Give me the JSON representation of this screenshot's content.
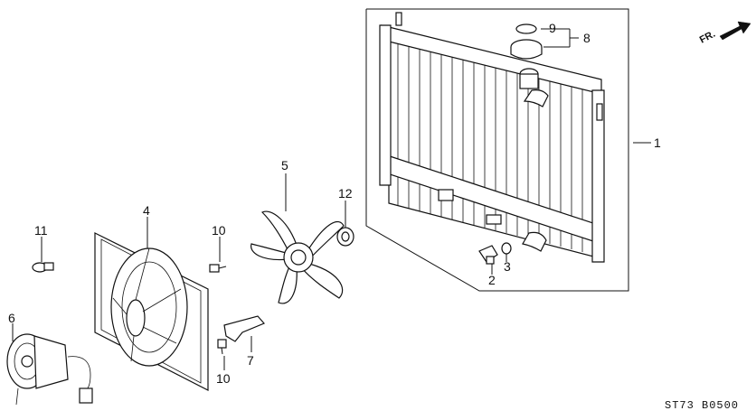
{
  "diagram": {
    "direction_marker": "FR.",
    "diagram_code": "ST73 B0500",
    "callouts": {
      "radiator": "1",
      "drain_plug": "2",
      "o_ring": "3",
      "shroud": "4",
      "fan": "5",
      "fan_motor": "6",
      "harness_clip": "7",
      "cap_assembly": "8",
      "cap_seal": "9",
      "bolt_upper": "10",
      "bolt_lower": "10",
      "flange_bolt": "11",
      "fan_nut": "12"
    }
  }
}
